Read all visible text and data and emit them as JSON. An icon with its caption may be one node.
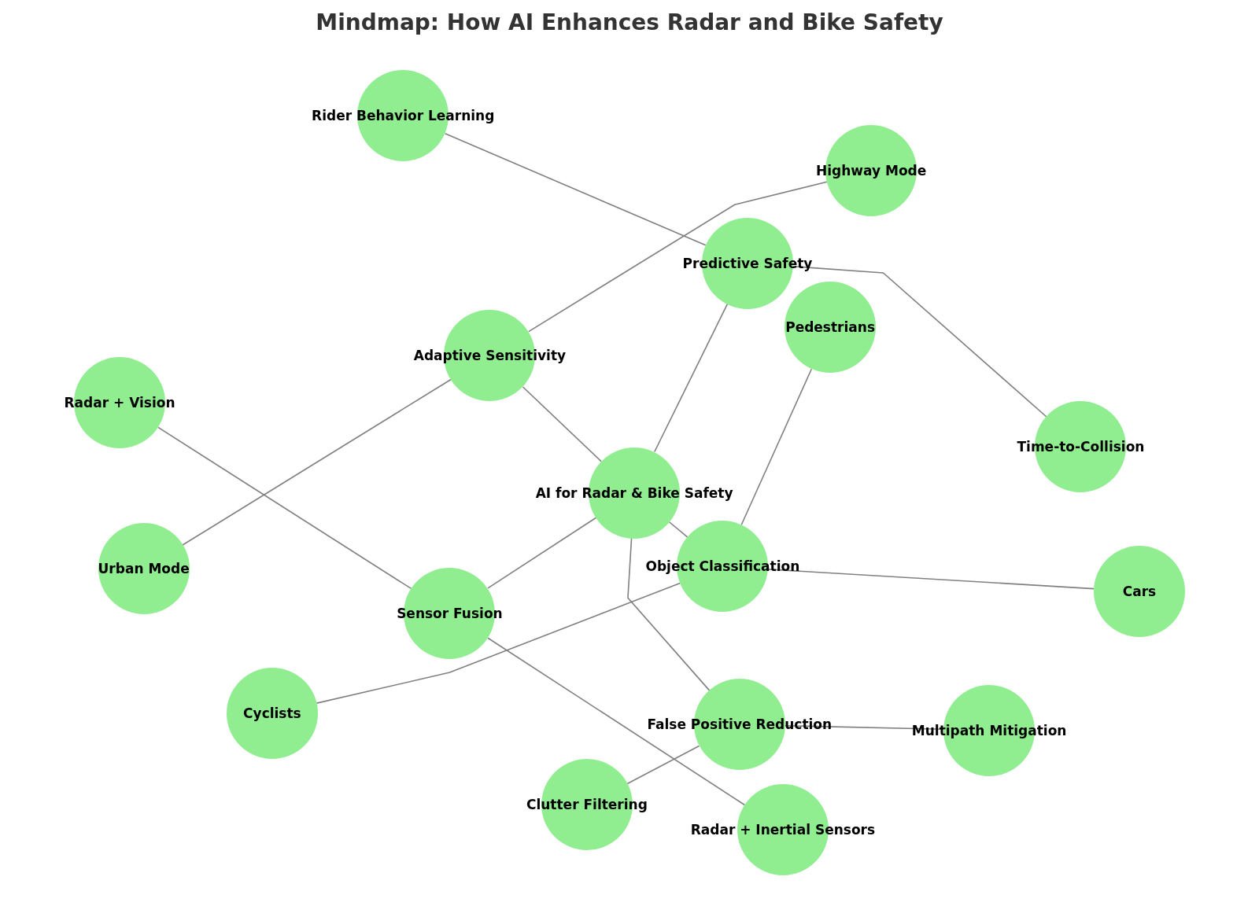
{
  "diagram": {
    "title": "Mindmap: How AI Enhances Radar and Bike Safety",
    "nodes": [
      {
        "text": [
          "AI for Radar & Bike Safety"
        ]
      },
      {
        "text": [
          "Sensor Fusion"
        ]
      },
      {
        "text": [
          "Radar + Vision"
        ]
      },
      {
        "text": [
          "Radar + Inertial Sensors"
        ]
      },
      {
        "text": [
          "Object Classification"
        ]
      },
      {
        "text": [
          "Cars"
        ]
      },
      {
        "text": [
          "Pedestrians"
        ]
      },
      {
        "text": [
          "Cyclists"
        ]
      },
      {
        "text": [
          "Adaptive Sensitivity"
        ]
      },
      {
        "text": [
          "Urban Mode"
        ]
      },
      {
        "text": [
          "Highway Mode"
        ]
      },
      {
        "text": [
          "Predictive Safety"
        ]
      },
      {
        "text": [
          "Time-to-Collision"
        ]
      },
      {
        "text": [
          "Rider Behavior Learning"
        ]
      },
      {
        "text": [
          "False Positive Reduction"
        ]
      },
      {
        "text": [
          "Clutter Filtering"
        ]
      },
      {
        "text": [
          "Multipath Mitigation"
        ]
      }
    ],
    "edges": [
      {
        "from": 0,
        "to": 1,
        "arrow": "none"
      },
      {
        "from": 1,
        "to": 2,
        "arrow": "none"
      },
      {
        "from": 1,
        "to": 3,
        "arrow": "none"
      },
      {
        "from": 0,
        "to": 4,
        "arrow": "none"
      },
      {
        "from": 4,
        "to": 5,
        "arrow": "none"
      },
      {
        "from": 4,
        "to": 6,
        "arrow": "none"
      },
      {
        "from": 4,
        "to": 7,
        "arrow": "none"
      },
      {
        "from": 0,
        "to": 8,
        "arrow": "none"
      },
      {
        "from": 8,
        "to": 9,
        "arrow": "none"
      },
      {
        "from": 8,
        "to": 10,
        "arrow": "none"
      },
      {
        "from": 0,
        "to": 11,
        "arrow": "none"
      },
      {
        "from": 11,
        "to": 12,
        "arrow": "none"
      },
      {
        "from": 11,
        "to": 13,
        "arrow": "none"
      },
      {
        "from": 0,
        "to": 14,
        "arrow": "none"
      },
      {
        "from": 14,
        "to": 15,
        "arrow": "none"
      },
      {
        "from": 14,
        "to": 16,
        "arrow": "none"
      }
    ]
  }
}
